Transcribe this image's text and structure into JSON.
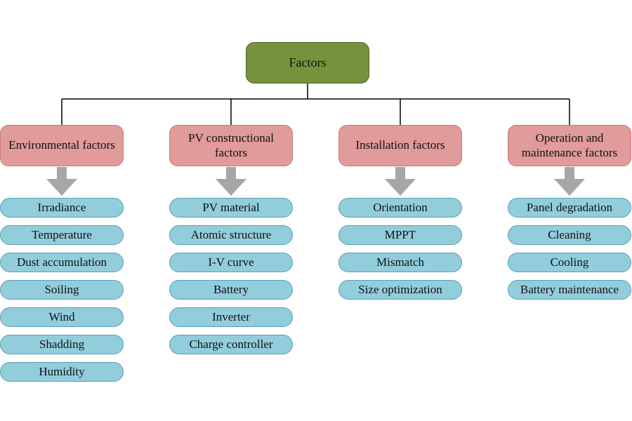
{
  "root": {
    "label": "Factors"
  },
  "categories": [
    {
      "label": "Environmental factors",
      "items": [
        "Irradiance",
        "Temperature",
        "Dust accumulation",
        "Soiling",
        "Wind",
        "Shadding",
        "Humidity"
      ]
    },
    {
      "label": "PV constructional factors",
      "items": [
        "PV material",
        "Atomic structure",
        "I-V curve",
        "Battery",
        "Inverter",
        "Charge controller"
      ]
    },
    {
      "label": "Installation factors",
      "items": [
        "Orientation",
        "MPPT",
        "Mismatch",
        "Size optimization"
      ]
    },
    {
      "label": "Operation and maintenance factors",
      "items": [
        "Panel degradation",
        "Cleaning",
        "Cooling",
        "Battery maintenance"
      ]
    }
  ],
  "colors": {
    "root_fill": "#76923c",
    "category_fill": "#e09b9a",
    "item_fill": "#92cddc",
    "arrow": "#a6a6a6",
    "connector": "#000000"
  }
}
